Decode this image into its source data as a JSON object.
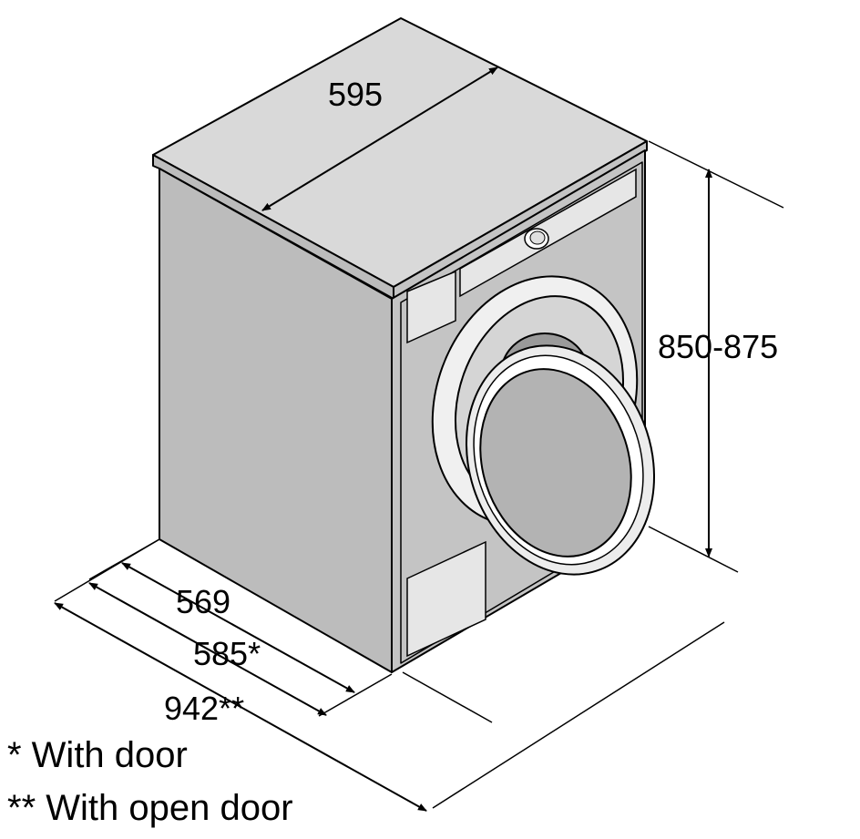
{
  "dimensions": {
    "width": "595",
    "height": "850-875",
    "depth": "569",
    "depth_with_door": "585*",
    "depth_open_door": "942**"
  },
  "notes": {
    "with_door": "* With door",
    "with_open_door": "** With open door"
  },
  "colors": {
    "top": "#d9d9d9",
    "side": "#bcbcbc",
    "front": "#c4c4c4",
    "panel": "#e6e6e6",
    "glass": "#b3b3b3",
    "outline": "#000000"
  }
}
